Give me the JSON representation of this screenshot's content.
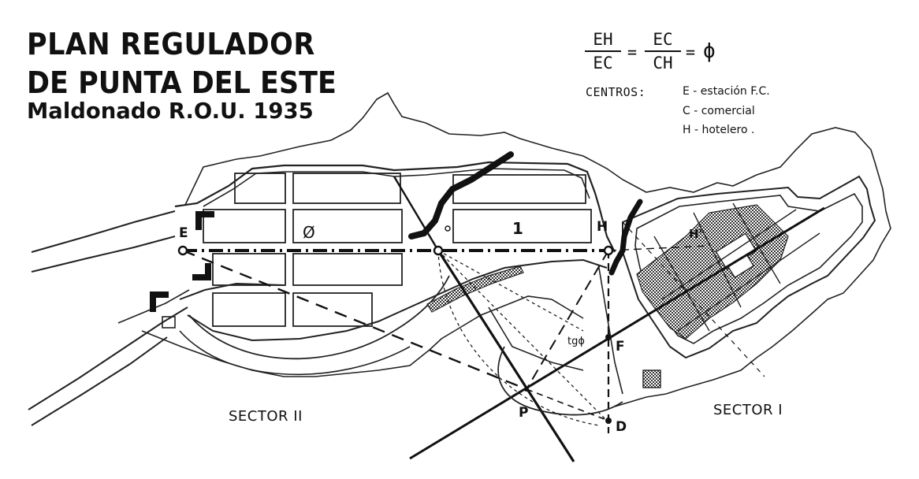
{
  "title": {
    "line1": "PLAN REGULADOR",
    "line2": "DE PUNTA DEL ESTE",
    "line3": "Maldonado  R.O.U. 1935"
  },
  "formula": {
    "frac1_num": "EH",
    "frac1_den": "EC",
    "eq": "=",
    "frac2_num": "EC",
    "frac2_den": "CH",
    "eq2": "=",
    "phi": "ϕ"
  },
  "legend": {
    "heading": "CENTROS:",
    "items": [
      "E - estación F.C.",
      "C - comercial",
      "H - hotelero ."
    ]
  },
  "map_labels": {
    "E": "E",
    "phi": "Ø",
    "one": "1",
    "H": "H",
    "H_prime": "H'",
    "tg_phi": "tgϕ",
    "F": "F",
    "P": "P",
    "D": "D"
  },
  "sectors": {
    "sector2": "SECTOR II",
    "sector1": "SECTOR I"
  },
  "colors": {
    "ink": "#111111",
    "paper": "#ffffff",
    "hatch": "#555555"
  }
}
